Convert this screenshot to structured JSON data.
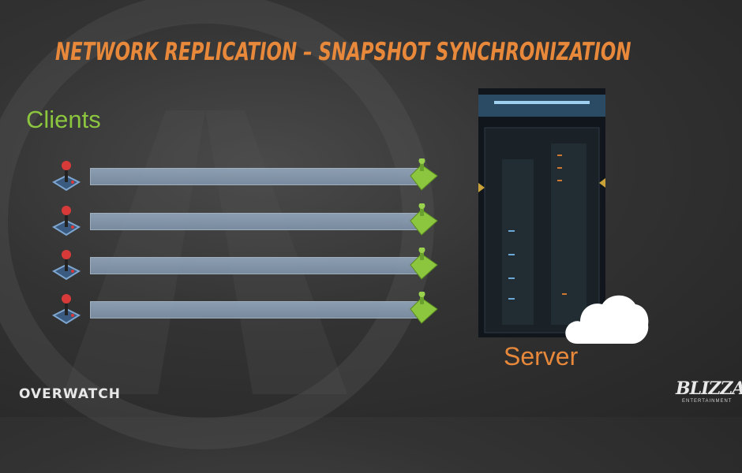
{
  "slide": {
    "title": "NETWORK REPLICATION – SNAPSHOT SYNCHRONIZATION",
    "clients_label": "Clients",
    "server_label": "Server"
  },
  "colors": {
    "title": "#e8883a",
    "clients_label": "#8cc63f",
    "server_label": "#e8883a",
    "arrow_bar": "#8ea1b6",
    "arrowhead": "#8cc63f"
  },
  "clients": [
    {
      "icon": "joystick-icon"
    },
    {
      "icon": "joystick-icon"
    },
    {
      "icon": "joystick-icon"
    },
    {
      "icon": "joystick-icon"
    }
  ],
  "branding": {
    "game_logo": "OVERWATCH",
    "publisher_logo": "BLIZZARD",
    "publisher_tagline": "ENTERTAINMENT"
  }
}
